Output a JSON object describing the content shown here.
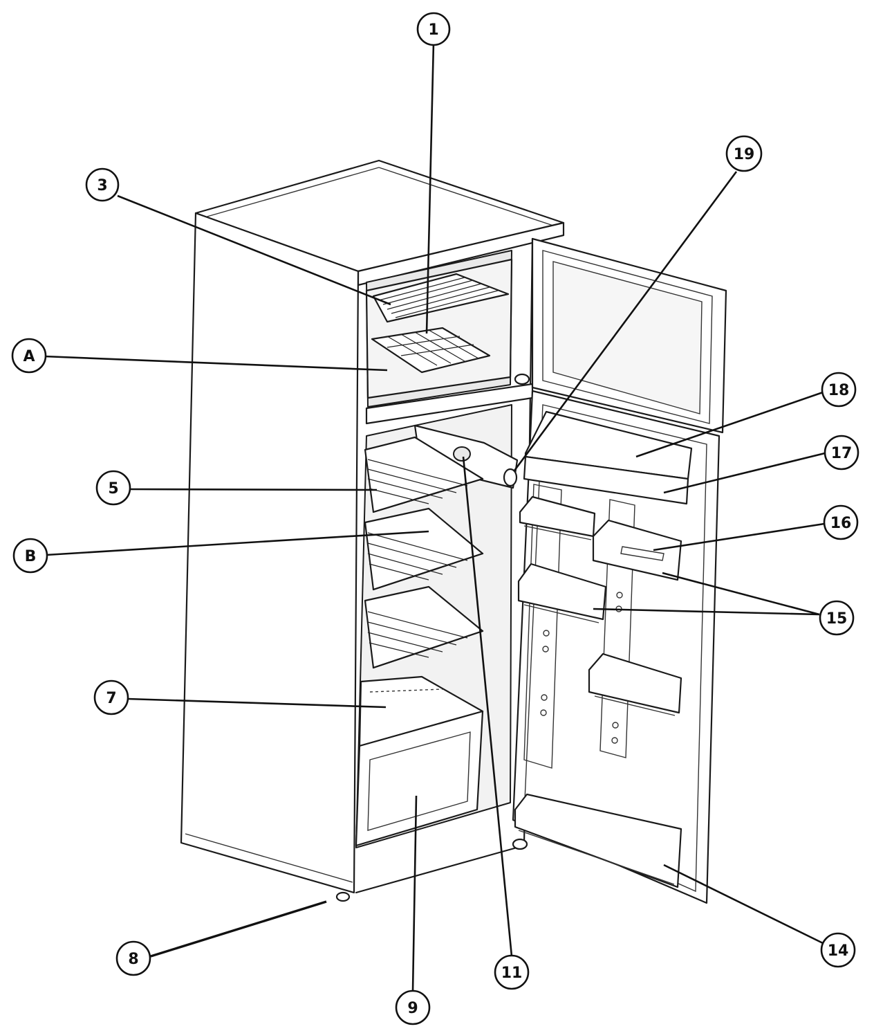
{
  "callouts": [
    {
      "id": "1",
      "label": "1"
    },
    {
      "id": "3",
      "label": "3"
    },
    {
      "id": "A",
      "label": "A"
    },
    {
      "id": "5",
      "label": "5"
    },
    {
      "id": "B",
      "label": "B"
    },
    {
      "id": "7",
      "label": "7"
    },
    {
      "id": "8",
      "label": "8"
    },
    {
      "id": "9",
      "label": "9"
    },
    {
      "id": "11",
      "label": "11"
    },
    {
      "id": "14",
      "label": "14"
    },
    {
      "id": "15",
      "label": "15"
    },
    {
      "id": "16",
      "label": "16"
    },
    {
      "id": "17",
      "label": "17"
    },
    {
      "id": "18",
      "label": "18"
    },
    {
      "id": "19",
      "label": "19"
    }
  ]
}
